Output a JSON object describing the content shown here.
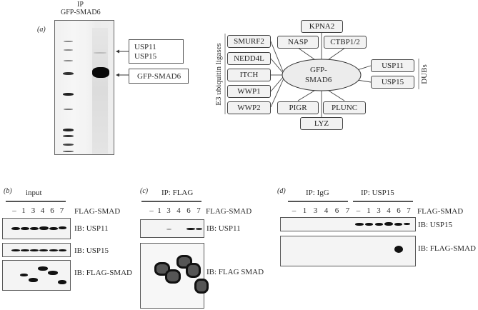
{
  "panel_a": {
    "label": "(a)",
    "gel_title_line1": "IP",
    "gel_title_line2": "GFP-SMAD6",
    "annotation_usp_line1": "USP11",
    "annotation_usp_line2": "USP15",
    "annotation_bait": "GFP-SMAD6",
    "network": {
      "center_line1": "GFP-",
      "center_line2": "SMAD6",
      "group_e3_label": "E3 ubiquitin ligases",
      "group_dub_label": "DUBs",
      "e3_nodes": [
        "SMURF2",
        "NEDD4L",
        "ITCH",
        "WWP1",
        "WWP2"
      ],
      "dub_nodes": [
        "USP11",
        "USP15"
      ],
      "top_nodes": [
        "KPNA2",
        "NASP",
        "CTBP1/2"
      ],
      "bottom_nodes": [
        "PIGR",
        "PLUNC",
        "LYZ"
      ]
    }
  },
  "panel_b": {
    "label": "(b)",
    "header": "input",
    "lanes": [
      "–",
      "1",
      "3",
      "4",
      "6",
      "7"
    ],
    "lane_row_label": "FLAG-SMAD",
    "blots": [
      "IB: USP11",
      "IB: USP15",
      "IB: FLAG-SMAD"
    ]
  },
  "panel_c": {
    "label": "(c)",
    "header": "IP: FLAG",
    "lanes": [
      "–",
      "1",
      "3",
      "4",
      "6",
      "7"
    ],
    "lane_row_label": "FLAG-SMAD",
    "blots": [
      "IB: USP11",
      "IB: FLAG SMAD"
    ]
  },
  "panel_d": {
    "label": "(d)",
    "header_left": "IP: IgG",
    "header_right": "IP: USP15",
    "lanes": [
      "–",
      "1",
      "3",
      "4",
      "6",
      "7",
      "–",
      "1",
      "3",
      "4",
      "6",
      "7"
    ],
    "lane_row_label": "FLAG-SMAD",
    "blots": [
      "IB: USP15",
      "IB: FLAG-SMAD"
    ]
  }
}
